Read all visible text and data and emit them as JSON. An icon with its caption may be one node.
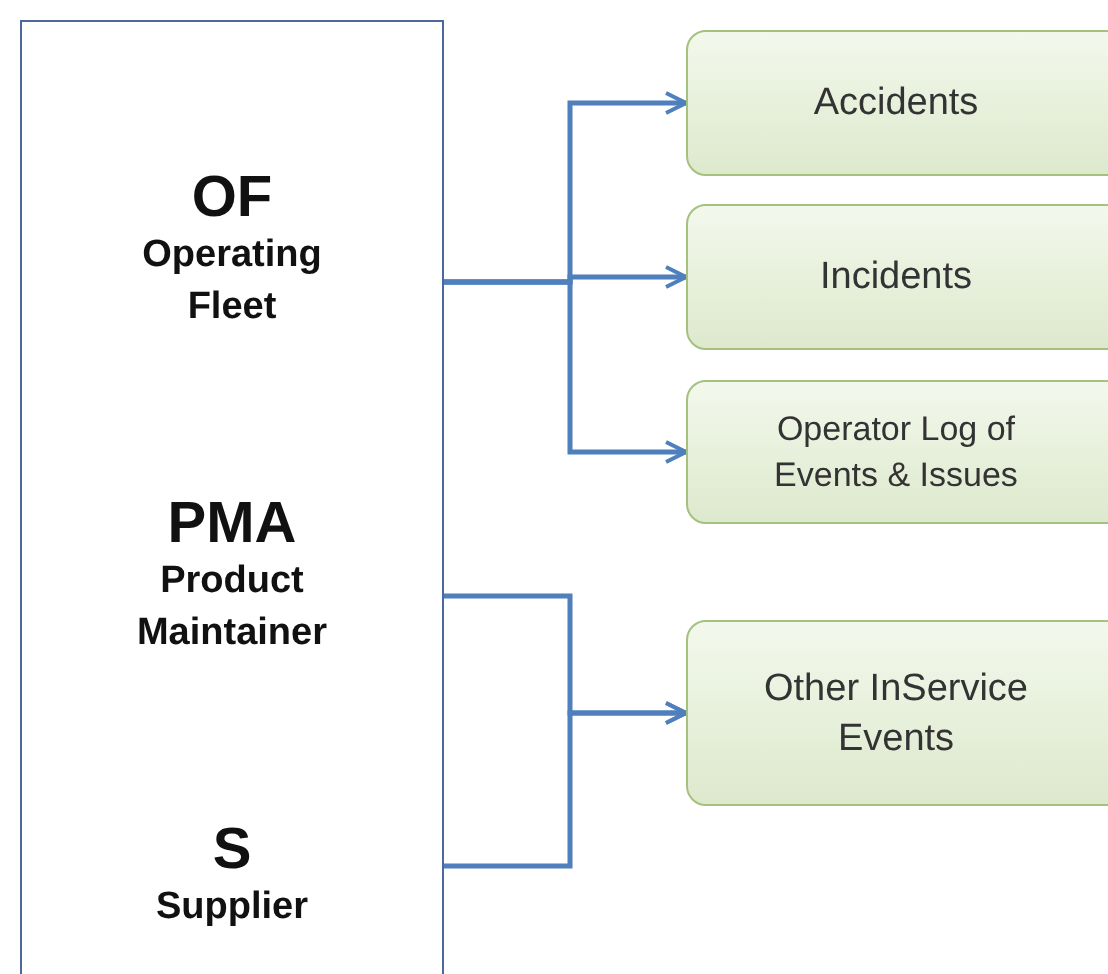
{
  "diagram": {
    "nodes": [
      {
        "text": [],
        "shape": "box"
      },
      {
        "text": [
          "OF",
          "Operating Fleet"
        ],
        "in": 0
      },
      {
        "text": [
          "PMA",
          "Product Maintainer"
        ],
        "in": 0
      },
      {
        "text": [
          "S",
          "Supplier"
        ],
        "in": 0
      },
      {
        "text": [
          "Accidents"
        ]
      },
      {
        "text": [
          "Incidents"
        ]
      },
      {
        "text": [
          "Operator Log of Events & Issues"
        ]
      },
      {
        "text": [
          "Other InService Events"
        ]
      }
    ],
    "edges": [
      {
        "from": 1,
        "to": 4,
        "arrow": "to"
      },
      {
        "from": 1,
        "to": 5,
        "arrow": "to"
      },
      {
        "from": 1,
        "to": 6,
        "arrow": "to"
      },
      {
        "from": 2,
        "to": 7,
        "arrow": "to"
      },
      {
        "from": 3,
        "to": 7,
        "arrow": "to"
      }
    ]
  }
}
